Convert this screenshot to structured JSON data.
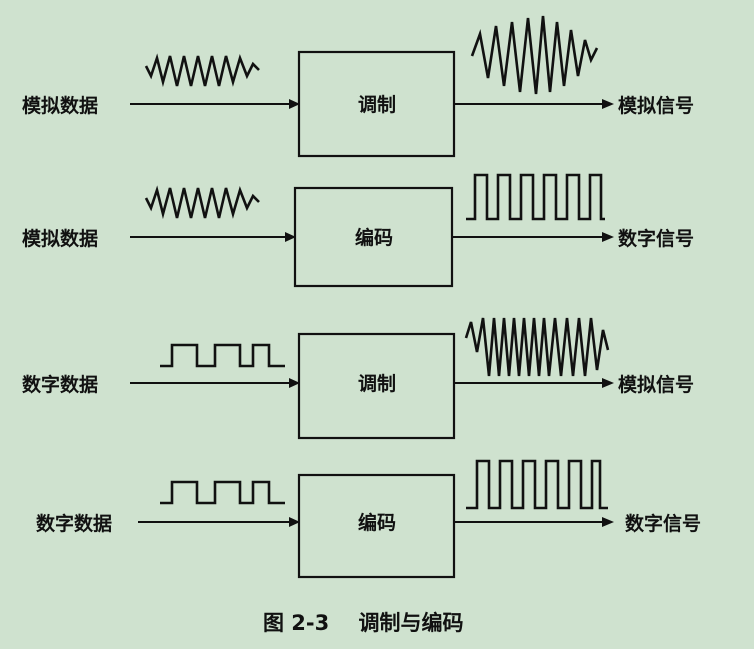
{
  "figure": {
    "caption": "图 2-3    调制与编码",
    "rows": [
      {
        "input": "模拟数据",
        "process": "调制",
        "output": "模拟信号",
        "input_wave": "analog-wave-icon",
        "output_wave": "modulated-analog-wave-icon"
      },
      {
        "input": "模拟数据",
        "process": "编码",
        "output": "数字信号",
        "input_wave": "analog-wave-icon",
        "output_wave": "digital-square-wave-icon"
      },
      {
        "input": "数字数据",
        "process": "调制",
        "output": "模拟信号",
        "input_wave": "digital-square-wave-icon",
        "output_wave": "modulated-analog-wave-icon"
      },
      {
        "input": "数字数据",
        "process": "编码",
        "output": "数字信号",
        "input_wave": "digital-square-wave-icon",
        "output_wave": "digital-square-wave-icon"
      }
    ]
  },
  "colors": {
    "background": "#cfe2cf",
    "ink": "#111111"
  }
}
